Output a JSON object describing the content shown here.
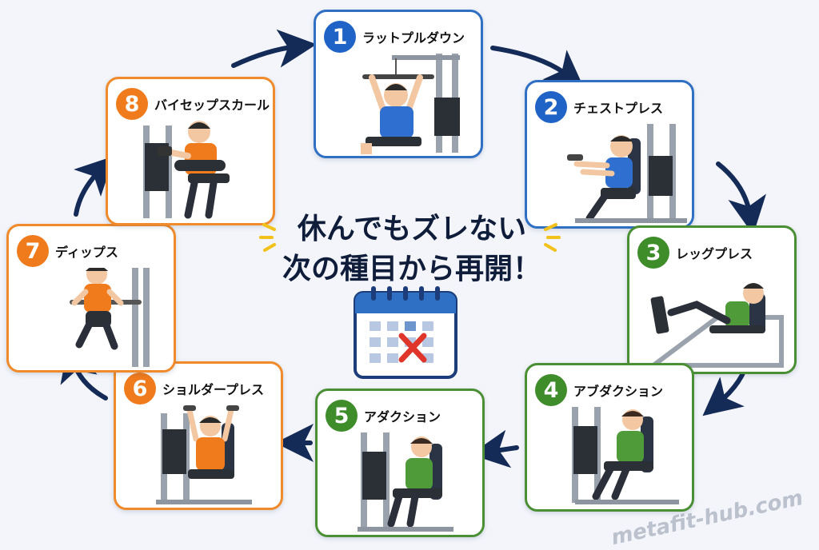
{
  "headline": {
    "line1": "休んでもズレない",
    "line2": "次の種目から再開！"
  },
  "watermark": "metafit-hub.com",
  "colors": {
    "blue": "#1f63c6",
    "green": "#3e8c2a",
    "orange": "#f07b1c",
    "arrow": "#142a57"
  },
  "steps": [
    {
      "number": "1",
      "label": "ラットプルダウン",
      "theme": "blue"
    },
    {
      "number": "2",
      "label": "チェストプレス",
      "theme": "blue"
    },
    {
      "number": "3",
      "label": "レッグプレス",
      "theme": "green"
    },
    {
      "number": "4",
      "label": "アブダクション",
      "theme": "green"
    },
    {
      "number": "5",
      "label": "アダクション",
      "theme": "green"
    },
    {
      "number": "6",
      "label": "ショルダープレス",
      "theme": "orange"
    },
    {
      "number": "7",
      "label": "ディップス",
      "theme": "orange"
    },
    {
      "number": "8",
      "label": "バイセップスカール",
      "theme": "orange"
    }
  ],
  "icons": {
    "calendar": "calendar-cross-icon",
    "sparkle": "sparkle-lines-icon"
  }
}
